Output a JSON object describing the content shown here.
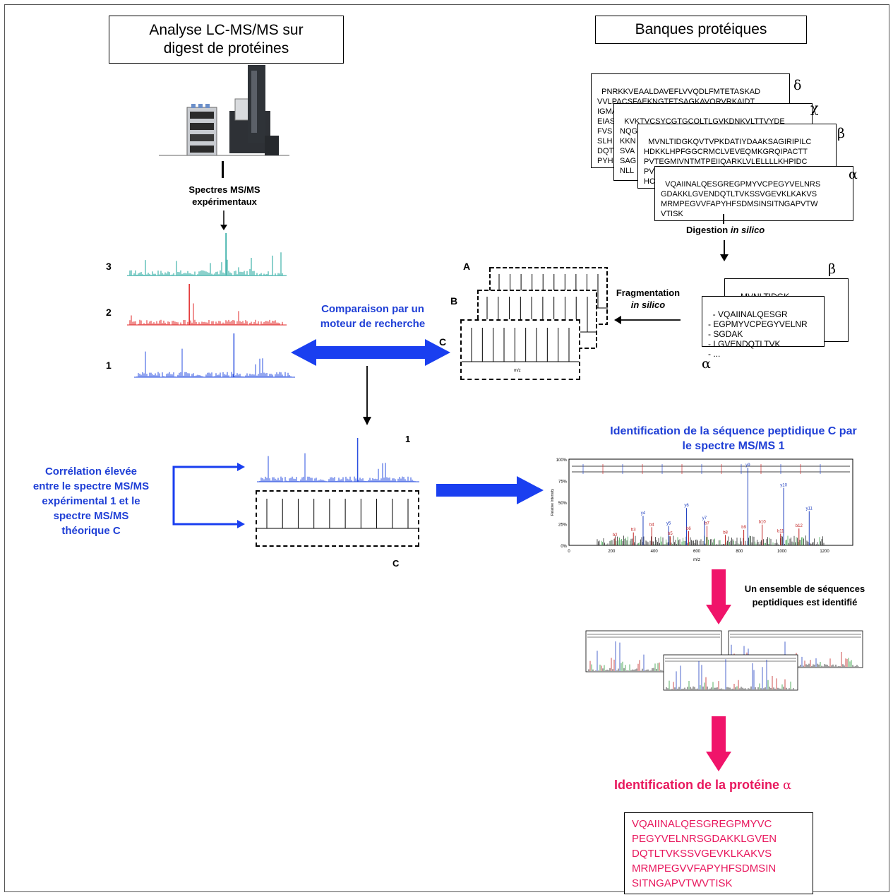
{
  "titles": {
    "lcms": "Analyse LC-MS/MS sur\ndigest de protéines",
    "banks": "Banques protéiques"
  },
  "spectra_label": "Spectres MS/MS\nexpérimentaux",
  "spectrum_numbers": [
    "3",
    "2",
    "1"
  ],
  "spectrum_colors": [
    "#1aa39a",
    "#e02424",
    "#2a4fe0"
  ],
  "comparison_label": "Comparaison par un\nmoteur de recherche",
  "theoretical_labels": [
    "A",
    "B",
    "C"
  ],
  "theoretical_c_label": "C",
  "fragmentation_label": "Fragmentation",
  "fragmentation_italic": "in silico",
  "digestion_label": "Digestion ",
  "digestion_italic": "in silico",
  "protein_cards": [
    {
      "greek": "δ",
      "text": "PNRKKVEAALDAVEFLVVQDLFMTETASKAD\nVVLPACSFAEKNGTFTSAGKAVQRVRKAIDT\nIGMARSPEDIENSLYSTLGCDSEKGLSEVEA\nEIAS\nFVS\nSLH\nDQT\nPYH"
    },
    {
      "greek": "χ",
      "text": "KVKTVCSYCGTGCQLTLGVKDNKVLTTVYDE\nNQGEHNGQLCTRGRFGYQFVNSDKRLKTPLV\nKKN\nSVA\nSAG\nNLL"
    },
    {
      "greek": "β",
      "text": "MVNLTIDGKQVTVPKDATIYDAAKSAGIRIPILC\nHDKKLHPFGGCRMCLVEVEQMKGRQIPACTT\nPVTEGMIVNTMTPEIIQARKLVLELLLLKHPIDC\nPVCDAAGDCDLQNLTYEYQVNSNRFKDEKFQ\nHC"
    },
    {
      "greek": "α",
      "text": "VQAIINALQESGREGPMYVCPEGYVELNRS\nGDAKKLGVENDQTLTVKSSVGEVKLKAKVS\nMRMPEGVVFAPYHFSDMSINSITNGAPVTW\nVTISK"
    }
  ],
  "beta_fragments": "- MVNLTIDGK\n- GTRADK",
  "alpha_fragments": "- VQAIINALQESGR\n- EGPMYVCPEGYVELNR\n- SGDAK\n- LGVENDQTLTVK\n- ...",
  "beta_symbol": "β",
  "alpha_symbol": "α",
  "mz_label": "m/z",
  "correlation_label": "Corrélation élevée\nentre le spectre MS/MS\nexpérimental 1 et le\nspectre MS/MS\nthéorique C",
  "overlay_spectrum_number": "1",
  "overlay_theoretical_label": "C",
  "identification_title": "Identification de la séquence peptidique C par\nle spectre MS/MS 1",
  "annotated_spectrum": {
    "y_ticks": [
      "100%",
      "75%",
      "50%",
      "25%",
      "0%"
    ],
    "x_ticks": [
      "0",
      "200",
      "400",
      "600",
      "800",
      "1000",
      "1200"
    ],
    "ylabel": "Relative Intensity",
    "xlabel": "m/z",
    "y_ions": [
      "y4",
      "y5",
      "y6",
      "y7",
      "y9",
      "y10",
      "y11"
    ],
    "b_ions": [
      "b2",
      "b3",
      "b4",
      "b5",
      "b6",
      "b7",
      "b8",
      "b9",
      "b10",
      "b11",
      "b12"
    ]
  },
  "set_identified_label": "Un ensemble de séquences\npeptidiques est identifié",
  "protein_identified_label": "Identification de la protéine ",
  "protein_identified_symbol": "α",
  "final_sequence": "VQAIINALQESGREGPMYVC\nPEGYVELNRSGDAKKLGVEN\nDQTLTVKSSVGEVKLKAKVS\nMRMPEGVVFAPYHFSDMSIN\nSITNGAPVTWVTISK",
  "colors": {
    "blue_text": "#1f3fd6",
    "blue_arrow": "#1a3ff0",
    "pink": "#e8175d"
  }
}
